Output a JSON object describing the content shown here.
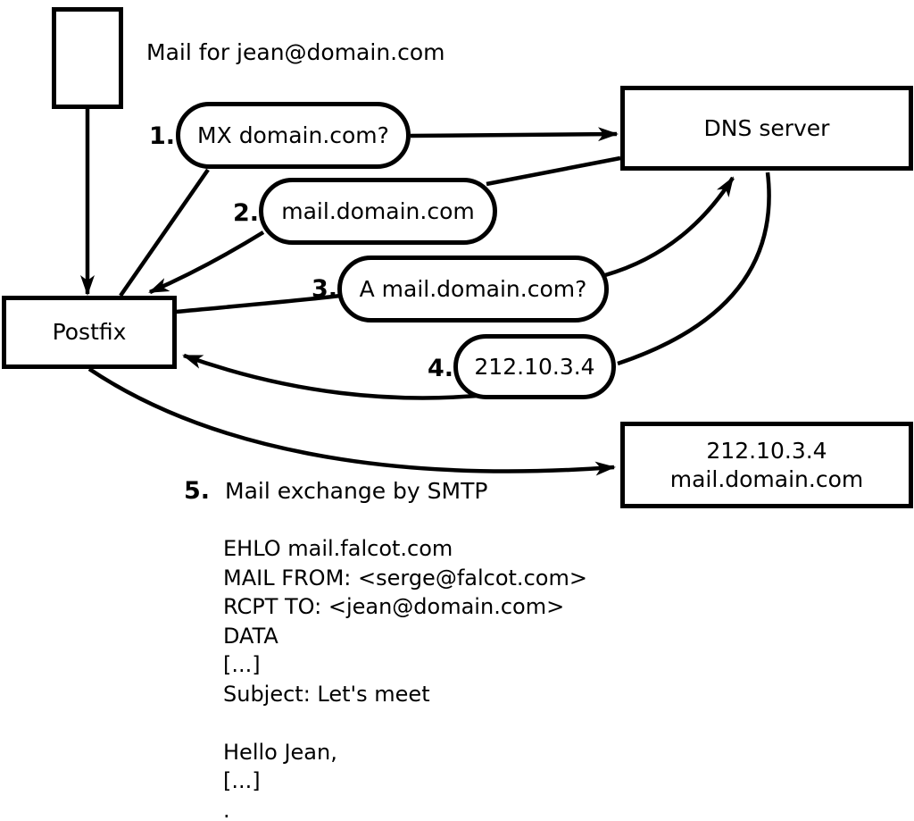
{
  "labels": {
    "mail_for": "Mail for jean@domain.com",
    "postfix": "Postfix",
    "dns_server": "DNS server",
    "mail_server_ip": "212.10.3.4",
    "mail_server_host": "mail.domain.com"
  },
  "steps": [
    {
      "num": "1.",
      "label": "MX domain.com?"
    },
    {
      "num": "2.",
      "label": "mail.domain.com"
    },
    {
      "num": "3.",
      "label": "A mail.domain.com?"
    },
    {
      "num": "4.",
      "label": "212.10.3.4"
    },
    {
      "num": "5.",
      "label": "Mail exchange by SMTP"
    }
  ],
  "smtp_session": [
    "EHLO mail.falcot.com",
    "MAIL FROM: <serge@falcot.com>",
    "RCPT TO: <jean@domain.com>",
    "DATA",
    "[...]",
    "Subject: Let's meet",
    "",
    "Hello Jean,",
    "[...]",
    "."
  ],
  "colors": {
    "ink": "#000000",
    "background": "#ffffff"
  }
}
